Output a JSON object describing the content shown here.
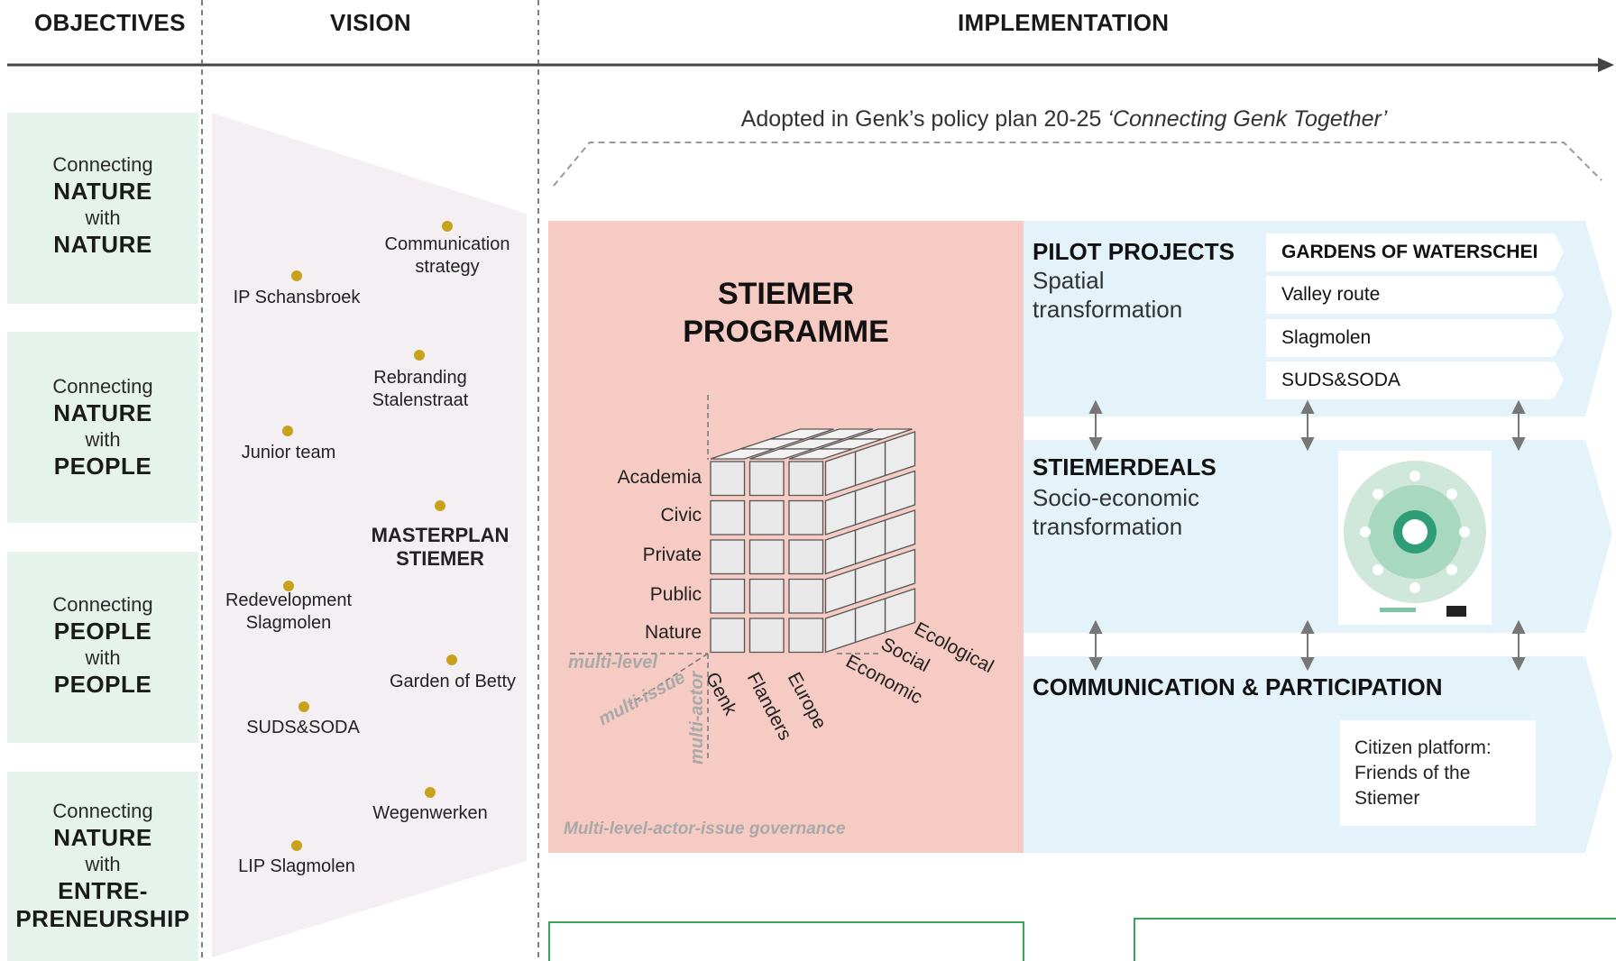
{
  "headers": {
    "objectives": "OBJECTIVES",
    "vision": "VISION",
    "implementation": "IMPLEMENTATION"
  },
  "objectives": [
    {
      "connecting": "Connecting",
      "a": "NATURE",
      "with": "with",
      "b": "NATURE"
    },
    {
      "connecting": "Connecting",
      "a": "NATURE",
      "with": "with",
      "b": "PEOPLE"
    },
    {
      "connecting": "Connecting",
      "a": "PEOPLE",
      "with": "with",
      "b": "PEOPLE"
    },
    {
      "connecting": "Connecting",
      "a": "NATURE",
      "with": "with",
      "b": "ENTRE-",
      "c": "PRENEURSHIP"
    }
  ],
  "vision": {
    "communication_strategy": [
      "Communication",
      "strategy"
    ],
    "ip_schansbroek": "IP Schansbroek",
    "rebranding": [
      "Rebranding",
      "Stalenstraat"
    ],
    "junior_team": "Junior team",
    "masterplan": [
      "MASTERPLAN",
      "STIEMER"
    ],
    "redevelopment": [
      "Redevelopment",
      "Slagmolen"
    ],
    "garden_of_betty": "Garden of Betty",
    "suds_soda": "SUDS&SODA",
    "wegenwerken": "Wegenwerken",
    "lip_slagmolen": "LIP Slagmolen",
    "dot_color": "#c9a21c"
  },
  "policy": {
    "prefix": "Adopted in Genk’s policy plan 20-25 ",
    "title": "‘Connecting Genk Together’"
  },
  "programme": {
    "title_line1": "STIEMER",
    "title_line2": "PROGRAMME",
    "bg_color": "#f5cbc3",
    "actors": [
      "Academia",
      "Civic",
      "Private",
      "Public",
      "Nature"
    ],
    "levels": [
      "Genk",
      "Flanders",
      "Europe"
    ],
    "issues": [
      "Economic",
      "Social",
      "Ecological"
    ],
    "axis_multi_level": "multi-level",
    "axis_multi_issue": "multi-issue",
    "axis_multi_actor": "multi-actor",
    "footer": "Multi-level-actor-issue governance"
  },
  "pilot_projects": {
    "title": "PILOT PROJECTS",
    "sub1": "Spatial",
    "sub2": "transformation",
    "items": [
      "GARDENS OF WATERSCHEI",
      "Valley route",
      "Slagmolen",
      "SUDS&SODA"
    ]
  },
  "stiemerdeals": {
    "title": "STIEMERDEALS",
    "sub1": "Socio-economic",
    "sub2": "transformation"
  },
  "communication": {
    "title": "COMMUNICATION & PARTICIPATION",
    "platform": [
      "Citizen platform:",
      "Friends of the",
      "Stiemer"
    ]
  },
  "colors": {
    "objective_bg": "#e6f3ec",
    "vision_bg": "#f4eff3",
    "implementation_bg": "#e4f2f9",
    "green_outline": "#3aa655"
  }
}
